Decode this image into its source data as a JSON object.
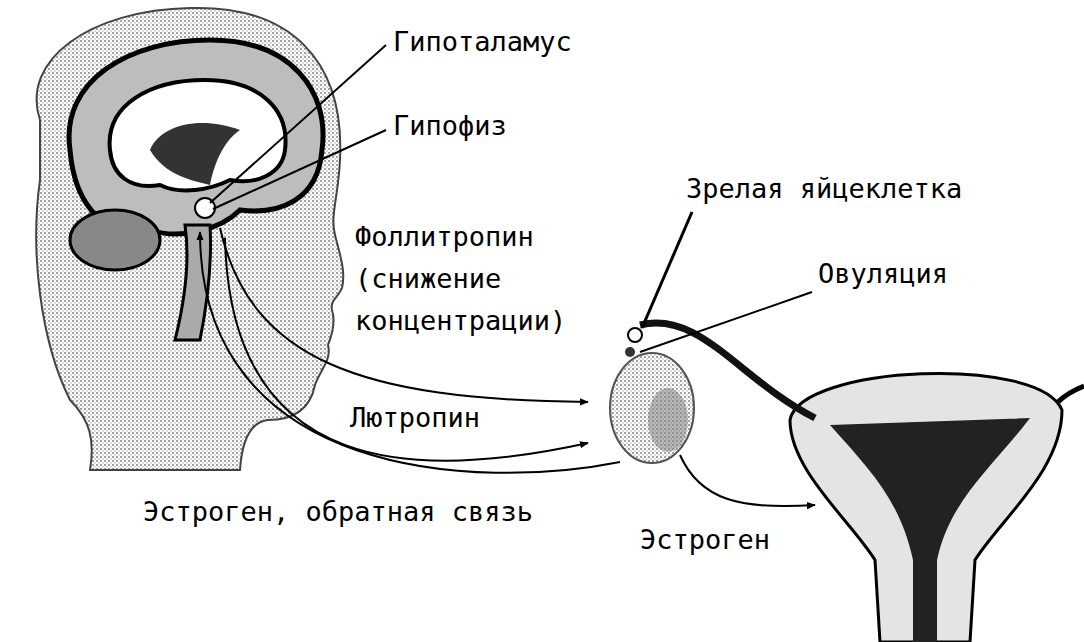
{
  "diagram": {
    "labels": [
      "Гипоталамус",
      "Гипофиз",
      "Зрелая яйцеклетка",
      "Фоллитропин (снижение концентрации)",
      "Овуляция",
      "Лютропин",
      "Эстроген, обратная связь",
      "Эстроген"
    ]
  }
}
